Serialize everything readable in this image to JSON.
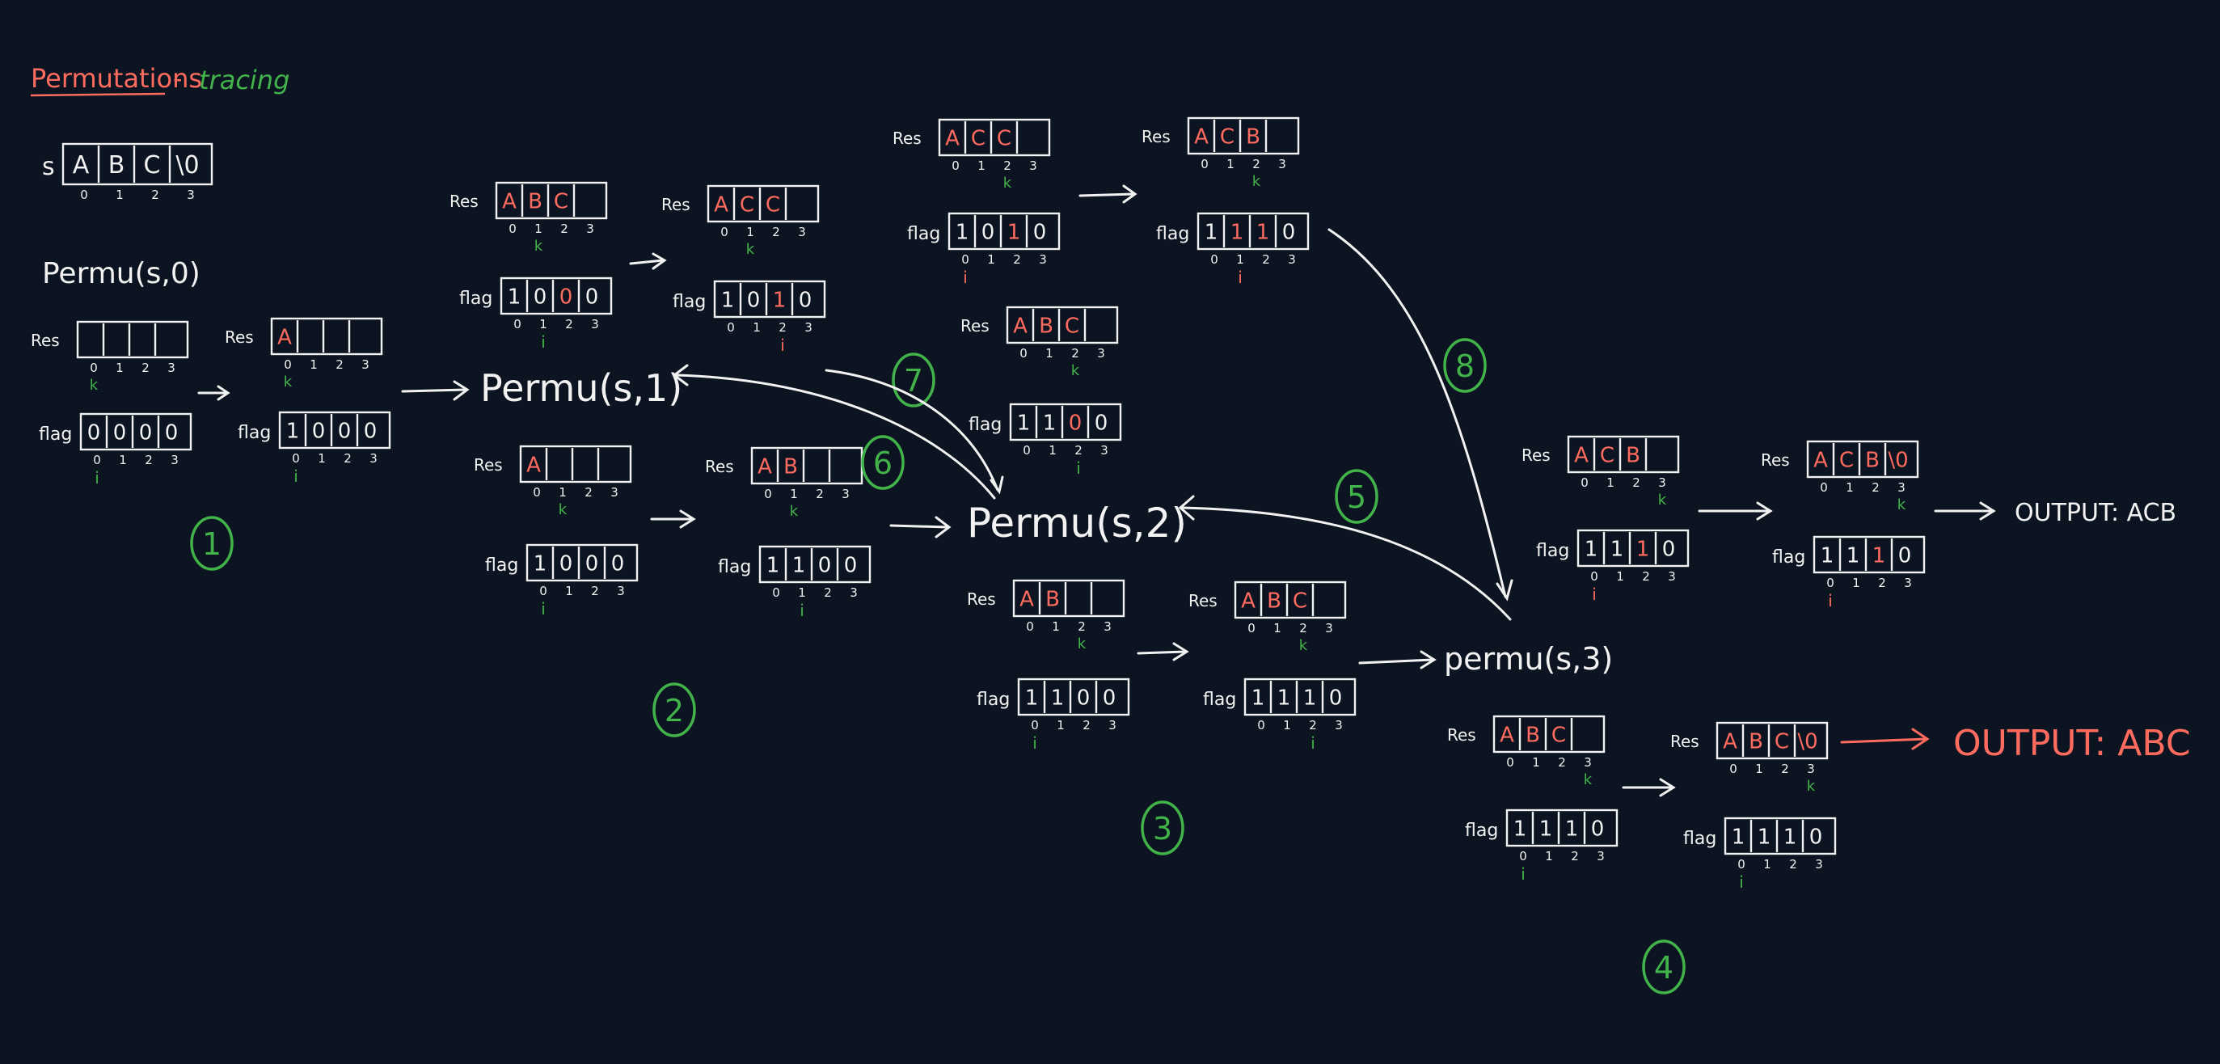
{
  "title": {
    "main": "Permutations",
    "dash": "-",
    "sub": "tracing"
  },
  "colors": {
    "background": "#0b1420",
    "ink": "#f2f2f2",
    "accent_red": "#ff6b5f",
    "accent_green": "#42b24a"
  },
  "labels": {
    "res": "Res",
    "flag": "flag",
    "s": "s",
    "k": "k",
    "i": "i",
    "idx": [
      "0",
      "1",
      "2",
      "3"
    ]
  },
  "string_s": {
    "cells": [
      "A",
      "B",
      "C",
      "\\0"
    ]
  },
  "calls": {
    "permu0": "Permu(s,0)",
    "permu1": "Permu(s,1)",
    "permu2": "Permu(s,2)",
    "permu3": "permu(s,3)"
  },
  "outputs": {
    "acb": "OUTPUT: ACB",
    "abc": "OUTPUT: ABC"
  },
  "step_numbers": [
    "1",
    "2",
    "3",
    "4",
    "5",
    "6",
    "7",
    "8"
  ],
  "groups": [
    {
      "res": [
        "",
        "",
        "",
        ""
      ],
      "res_red": [],
      "flag": [
        "0",
        "0",
        "0",
        "0"
      ],
      "flag_red": [],
      "k": 0,
      "i": 0
    },
    {
      "res": [
        "A",
        "",
        "",
        ""
      ],
      "res_red": [
        0
      ],
      "flag": [
        "1",
        "0",
        "0",
        "0"
      ],
      "flag_red": [],
      "k": 0,
      "i": 0
    },
    {
      "res": [
        "A",
        "B",
        "C",
        ""
      ],
      "res_red": [
        0,
        1,
        2
      ],
      "flag": [
        "1",
        "0",
        "0",
        "0"
      ],
      "flag_red": [
        2
      ],
      "k": 1,
      "i": 1
    },
    {
      "res": [
        "A",
        "C",
        "C",
        ""
      ],
      "res_red": [
        0,
        1,
        2
      ],
      "flag": [
        "1",
        "0",
        "1",
        "0"
      ],
      "flag_red": [
        2
      ],
      "k": 1,
      "i": 2
    },
    {
      "res": [
        "A",
        "",
        "",
        ""
      ],
      "res_red": [
        0
      ],
      "flag": [
        "1",
        "0",
        "0",
        "0"
      ],
      "flag_red": [],
      "k": 1,
      "i": 0
    },
    {
      "res": [
        "A",
        "B",
        "",
        ""
      ],
      "res_red": [
        0,
        1
      ],
      "flag": [
        "1",
        "1",
        "0",
        "0"
      ],
      "flag_red": [],
      "k": 1,
      "i": 1
    },
    {
      "res": [
        "A",
        "C",
        "C",
        ""
      ],
      "res_red": [
        0,
        1,
        2
      ],
      "flag": [
        "1",
        "0",
        "1",
        "0"
      ],
      "flag_red": [
        2
      ],
      "k": 2,
      "i": 0
    },
    {
      "res": [
        "A",
        "B",
        "C",
        ""
      ],
      "res_red": [
        0,
        1,
        2
      ],
      "flag": [
        "1",
        "1",
        "0",
        "0"
      ],
      "flag_red": [
        2
      ],
      "k": 2,
      "i": 2
    },
    {
      "res": [
        "A",
        "C",
        "B",
        ""
      ],
      "res_red": [
        0,
        1,
        2
      ],
      "flag": [
        "1",
        "1",
        "1",
        "0"
      ],
      "flag_red": [
        1,
        2
      ],
      "k": 2,
      "i": 1
    },
    {
      "res": [
        "A",
        "B",
        "",
        ""
      ],
      "res_red": [
        0,
        1
      ],
      "flag": [
        "1",
        "1",
        "0",
        "0"
      ],
      "flag_red": [],
      "k": 2,
      "i": 0
    },
    {
      "res": [
        "A",
        "B",
        "C",
        ""
      ],
      "res_red": [
        0,
        1,
        2
      ],
      "flag": [
        "1",
        "1",
        "1",
        "0"
      ],
      "flag_red": [],
      "k": 2,
      "i": 2
    },
    {
      "res": [
        "A",
        "C",
        "B",
        ""
      ],
      "res_red": [
        0,
        1,
        2
      ],
      "flag": [
        "1",
        "1",
        "1",
        "0"
      ],
      "flag_red": [
        2
      ],
      "k": 3,
      "i": 0
    },
    {
      "res": [
        "A",
        "C",
        "B",
        "\\0"
      ],
      "res_red": [
        0,
        1,
        2,
        3
      ],
      "flag": [
        "1",
        "1",
        "1",
        "0"
      ],
      "flag_red": [
        2
      ],
      "k": 3,
      "i": 0
    },
    {
      "res": [
        "A",
        "B",
        "C",
        ""
      ],
      "res_red": [
        0,
        1,
        2
      ],
      "flag": [
        "1",
        "1",
        "1",
        "0"
      ],
      "flag_red": [],
      "k": 3,
      "i": 0
    },
    {
      "res": [
        "A",
        "B",
        "C",
        "\\0"
      ],
      "res_red": [
        0,
        1,
        2,
        3
      ],
      "flag": [
        "1",
        "1",
        "1",
        "0"
      ],
      "flag_red": [],
      "k": 3,
      "i": 0
    }
  ]
}
